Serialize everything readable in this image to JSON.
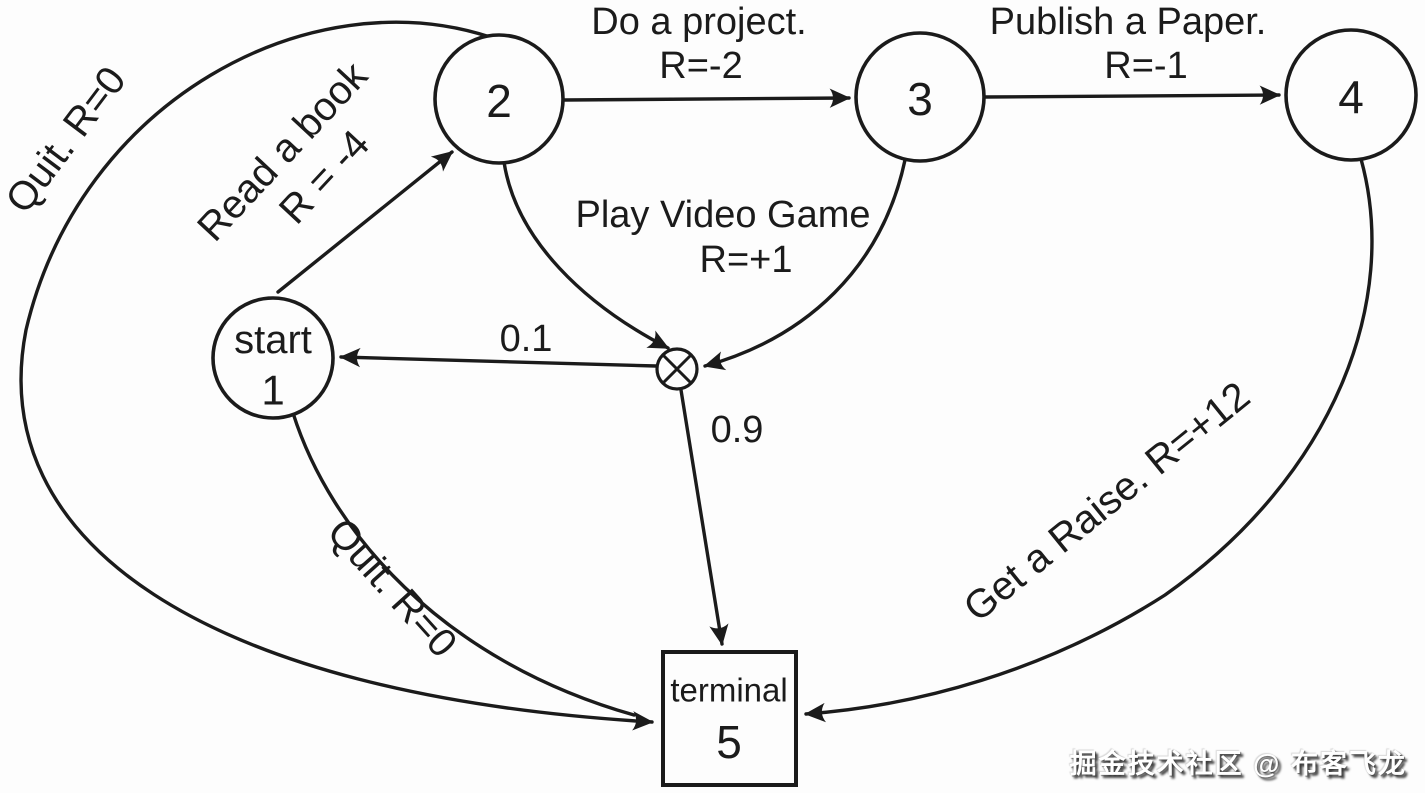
{
  "diagram_type": "mdp-state-transition-diagram",
  "colors": {
    "background": "#fdfdfd",
    "ink": "#1b1b1b"
  },
  "nodes": {
    "start": {
      "title": "start",
      "number": "1",
      "shape": "circle"
    },
    "state2": {
      "number": "2",
      "shape": "circle"
    },
    "state3": {
      "number": "3",
      "shape": "circle"
    },
    "state4": {
      "number": "4",
      "shape": "circle"
    },
    "terminal": {
      "title": "terminal",
      "number": "5",
      "shape": "square"
    },
    "chance": {
      "icon": "circle-cross-chance-node"
    }
  },
  "edges": {
    "quit_top": {
      "from": "2",
      "to": "terminal",
      "label": "Quit. R=0"
    },
    "read_a_book": {
      "from": "1",
      "to": "2",
      "line1": "Read a book",
      "line2": "R = -4"
    },
    "do_a_project": {
      "from": "2",
      "to": "3",
      "line1": "Do a project.",
      "line2": "R=-2"
    },
    "publish_a_paper": {
      "from": "3",
      "to": "4",
      "line1": "Publish a Paper.",
      "line2": "R=-1"
    },
    "play_video_game": {
      "from": "2 and 3",
      "to": "chance",
      "line1": "Play Video Game",
      "line2": "R=+1"
    },
    "prob_to_start": {
      "from": "chance",
      "to": "1",
      "label": "0.1"
    },
    "prob_to_terminal": {
      "from": "chance",
      "to": "terminal",
      "label": "0.9"
    },
    "quit_bottom": {
      "from": "1",
      "to": "terminal",
      "label": "Quit. R=0"
    },
    "get_a_raise": {
      "from": "4",
      "to": "terminal",
      "label": "Get a Raise. R=+12"
    }
  },
  "watermark": {
    "text": "掘金技术社区 @ 布客飞龙"
  }
}
